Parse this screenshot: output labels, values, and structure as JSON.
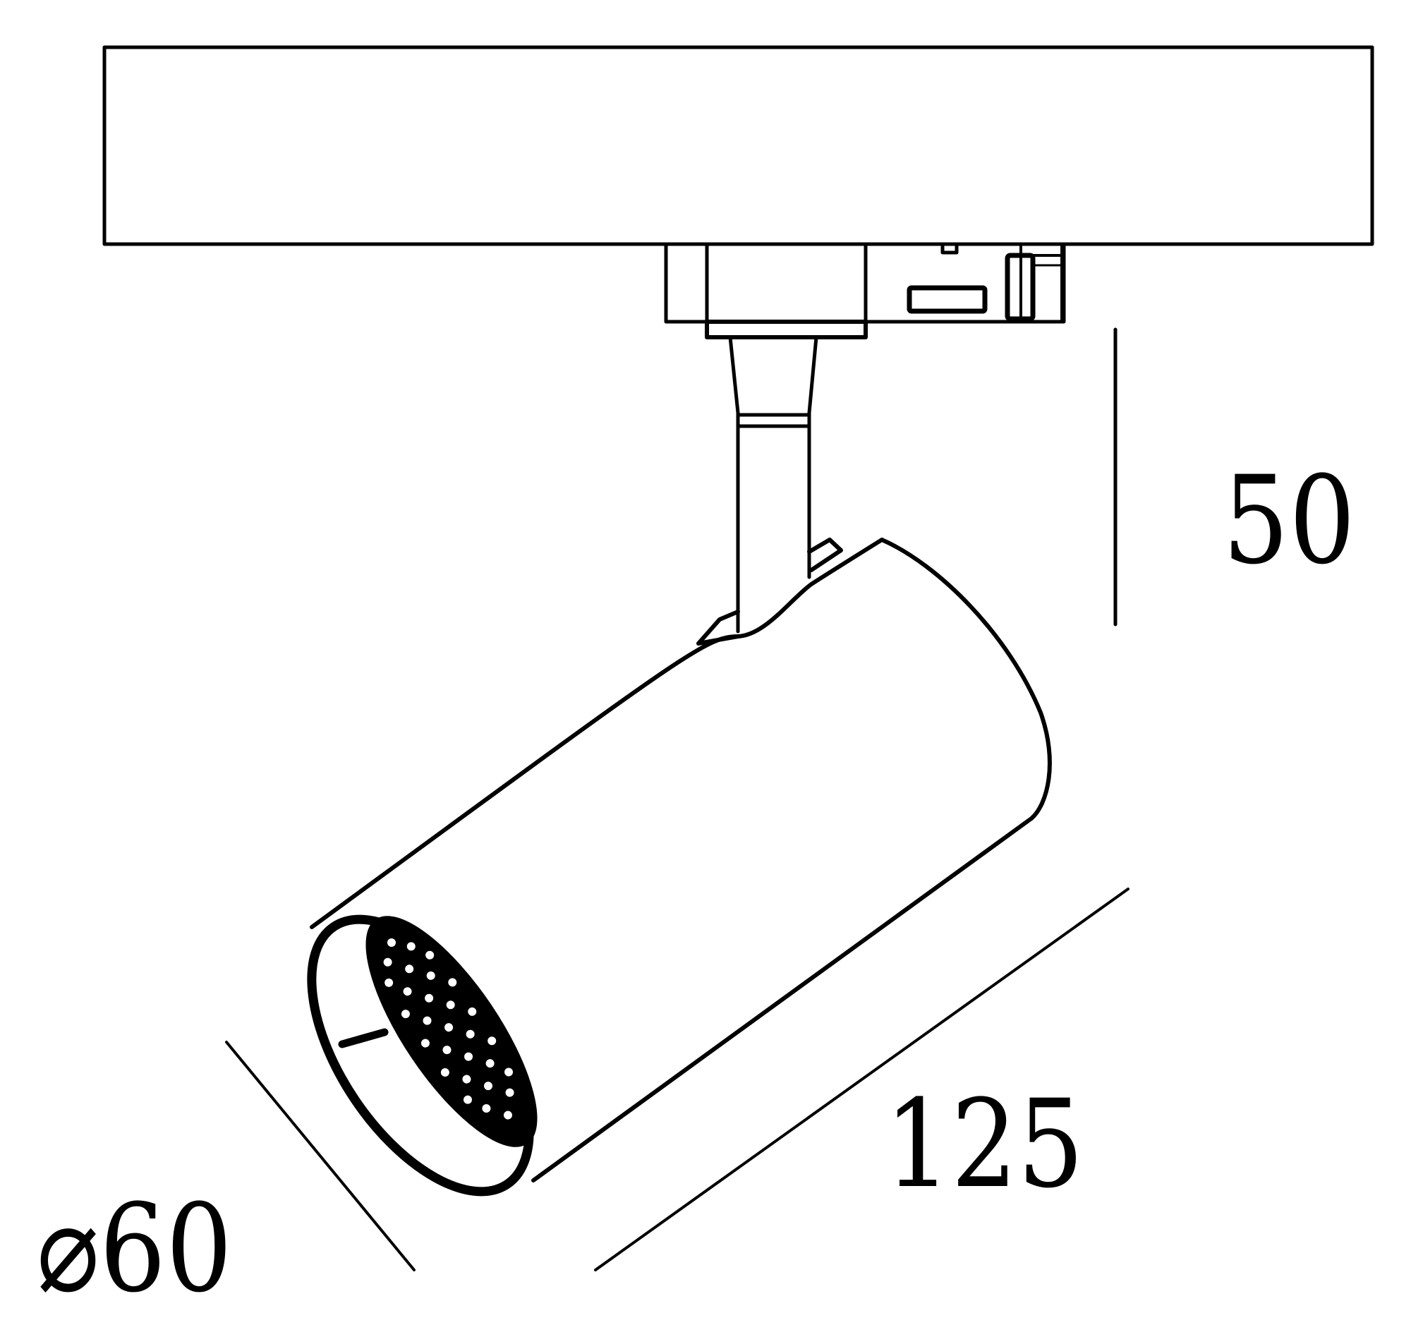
{
  "drawing": {
    "subject": "track spotlight technical drawing",
    "stroke_color": "#000000",
    "background_color": "#ffffff"
  },
  "dimensions": {
    "height": {
      "value": "50",
      "label": "50"
    },
    "length": {
      "value": "125",
      "label": "125"
    },
    "diameter": {
      "value": "60",
      "symbol": "⌀",
      "label": "⌀60"
    }
  },
  "parts": [
    "track-rail",
    "track-adapter",
    "stem",
    "cylinder-body",
    "front-rim",
    "honeycomb-louver"
  ]
}
